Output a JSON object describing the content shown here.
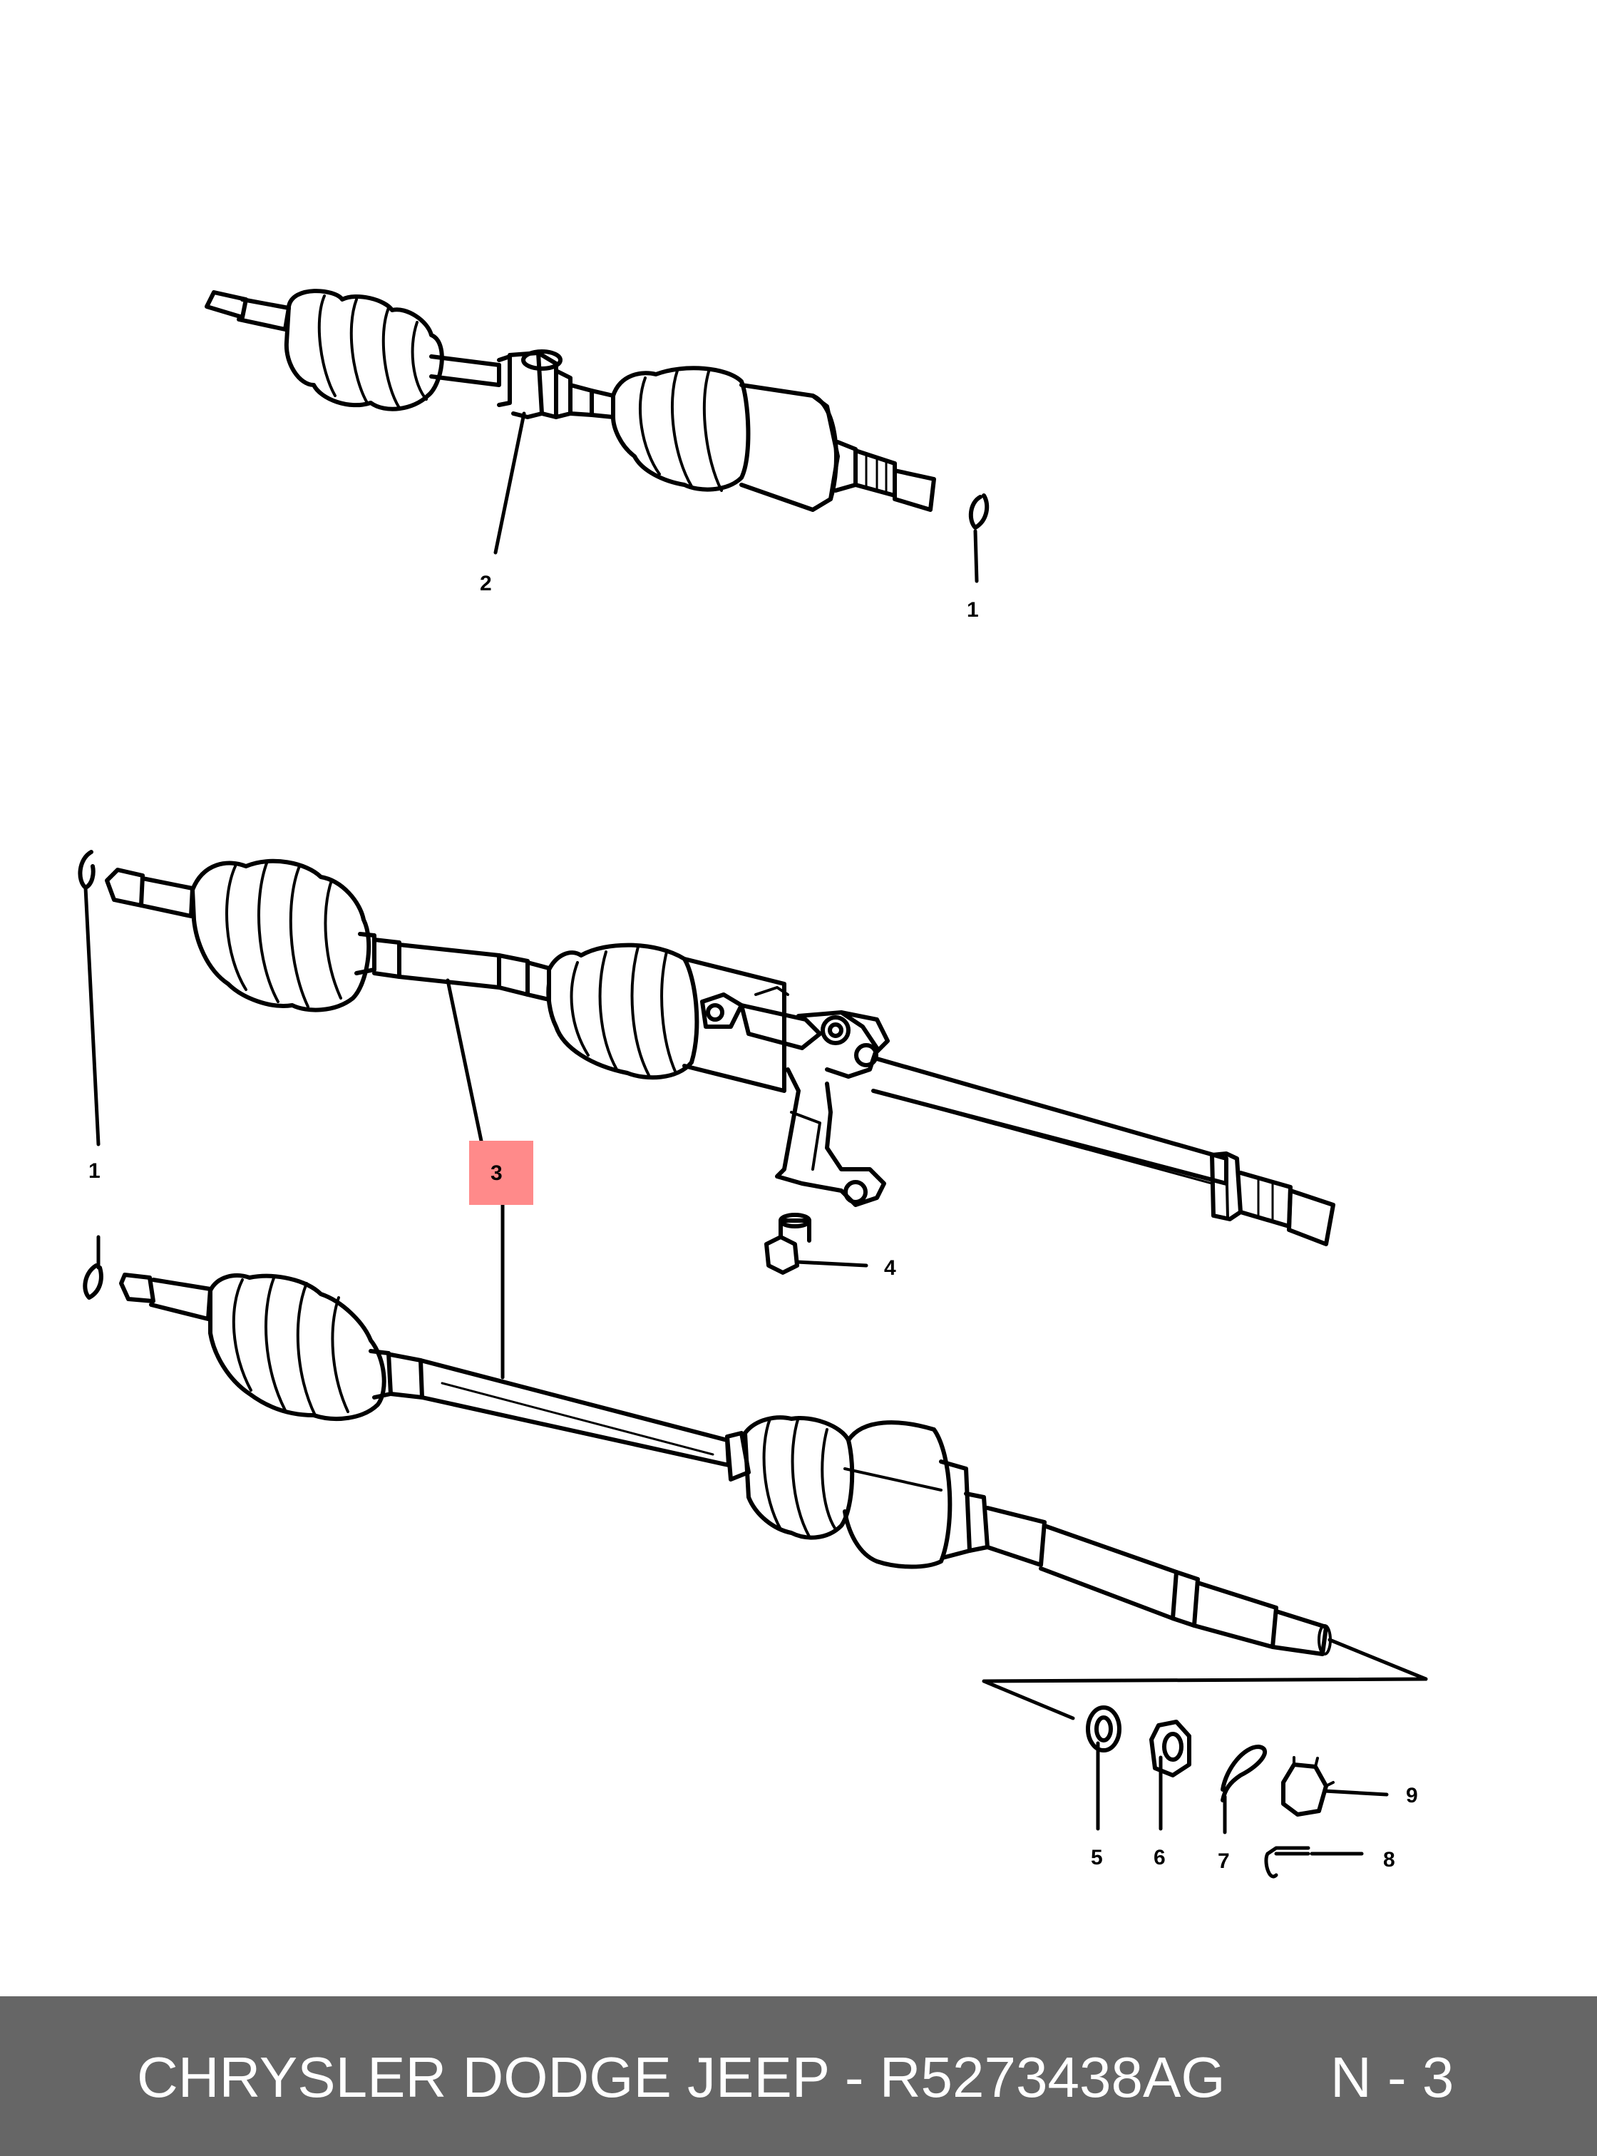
{
  "callouts": {
    "c1_top": "1",
    "c2": "2",
    "c1_left": "1",
    "c3": "3",
    "c4": "4",
    "c5": "5",
    "c6": "6",
    "c7": "7",
    "c8": "8",
    "c9": "9"
  },
  "highlight_color": "#ff8a8a",
  "footer": {
    "brand_part": "CHRYSLER DODGE JEEP - R5273438AG",
    "page": "N - 3"
  }
}
